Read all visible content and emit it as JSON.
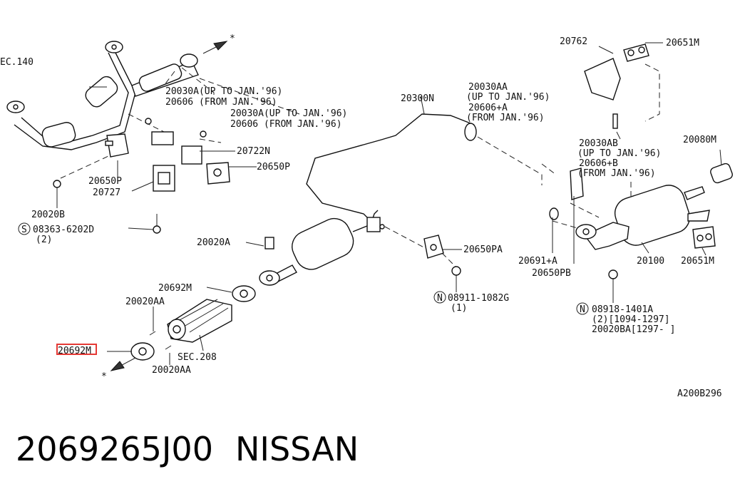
{
  "labels": {
    "ec140": "EC.140",
    "p20030a_a": "20030A(UP TO JAN.'96)",
    "p20606_a": "20606  (FROM JAN.'96)",
    "p20030a_b": "20030A(UP TO JAN.'96)",
    "p20606_b": "20606  (FROM JAN.'96)",
    "p20722n": "20722N",
    "p20650p_r": "20650P",
    "p20650p_l": "20650P",
    "p20727": "20727",
    "p20020b": "20020B",
    "s_circle": "S",
    "p08363": "08363-6202D",
    "p08363_qty": "(2)",
    "p20300n": "20300N",
    "p20030aa": "20030AA",
    "p20030aa_note": "(UP TO JAN.'96)",
    "p20606a": "20606+A",
    "p20606a_note": "(FROM JAN.'96)",
    "p20762": "20762",
    "p20651m_top": "20651M",
    "p20080m": "20080M",
    "p20030ab": "20030AB",
    "p20030ab_note": "(UP TO JAN.'96)",
    "p20606b": "20606+B",
    "p20606b_note": "(FROM JAN.'96)",
    "p20020a": "20020A",
    "p20650pa": "20650PA",
    "p20691a": "20691+A",
    "p20650pb": "20650PB",
    "p20100": "20100",
    "p20651m_bot": "20651M",
    "n_circle_1": "N",
    "p08911": "08911-1082G",
    "p08911_qty": "(1)",
    "n_circle_2": "N",
    "p08918": "08918-1401A",
    "p08918_note": "(2)[1094-1297]",
    "p20020ba": "20020BA[1297-     ]",
    "p20692m_top": "20692M",
    "p20020aa_top": "20020AA",
    "p20692m_hl": "20692M",
    "sec208": "SEC.208",
    "p20020aa_bot": "20020AA",
    "star_top": "*",
    "star_bot": "*",
    "ref": "A200B296"
  },
  "footer": {
    "part_number": "2069265J00",
    "brand": "NISSAN"
  },
  "colors": {
    "highlight": "#e53935",
    "ink": "#111111"
  }
}
